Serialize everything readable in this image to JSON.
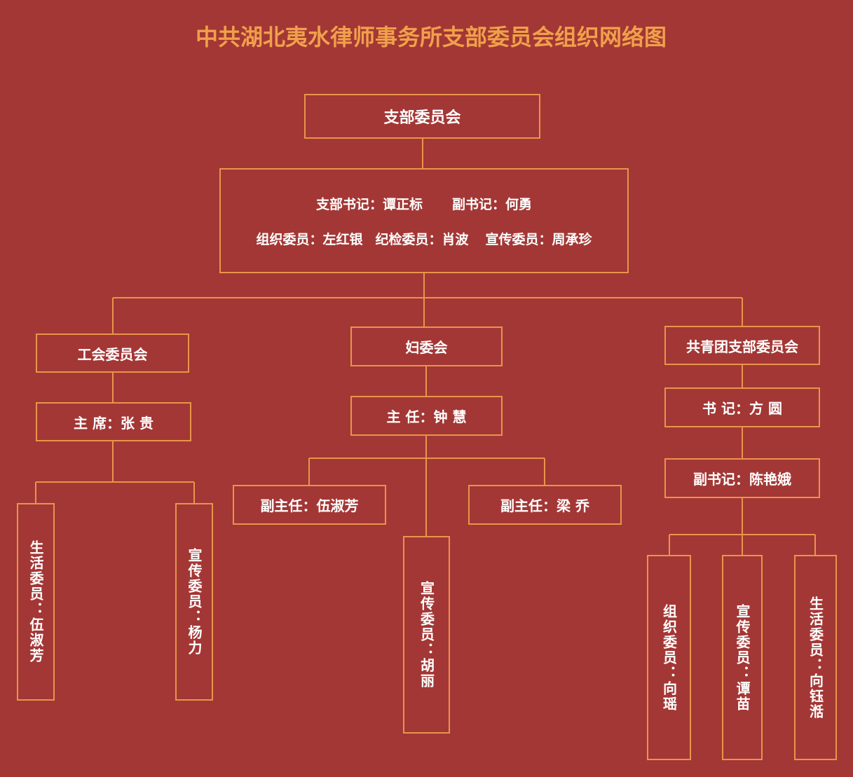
{
  "title": "中共湖北夷水律师事务所支部委员会组织网络图",
  "colors": {
    "background": "#A33735",
    "title": "#F0A04B",
    "border": "#E8954A",
    "text": "#FFFFFF"
  },
  "root": {
    "label": "支部委员会"
  },
  "committee": {
    "row1": [
      "支部书记：谭正标",
      "副书记：何勇"
    ],
    "row2": [
      "组织委员：左红银",
      "纪检委员：肖波",
      "宣传委员：周承珍"
    ]
  },
  "union": {
    "label": "工会委员会",
    "chair": "主 席：张 贵",
    "members": [
      "生活委员：伍淑芳",
      "宣传委员：杨力"
    ]
  },
  "women": {
    "label": "妇委会",
    "chair": "主 任：钟 慧",
    "deputies": [
      "副主任：伍淑芳",
      "副主任：梁 乔"
    ],
    "member": "宣传委员：胡丽"
  },
  "youth": {
    "label": "共青团支部委员会",
    "secretary": "书 记：方 圆",
    "deputy": "副书记：陈艳娥",
    "members": [
      "组织委员：向瑶",
      "宣传委员：谭苗",
      "生活委员：向钰湉"
    ]
  }
}
